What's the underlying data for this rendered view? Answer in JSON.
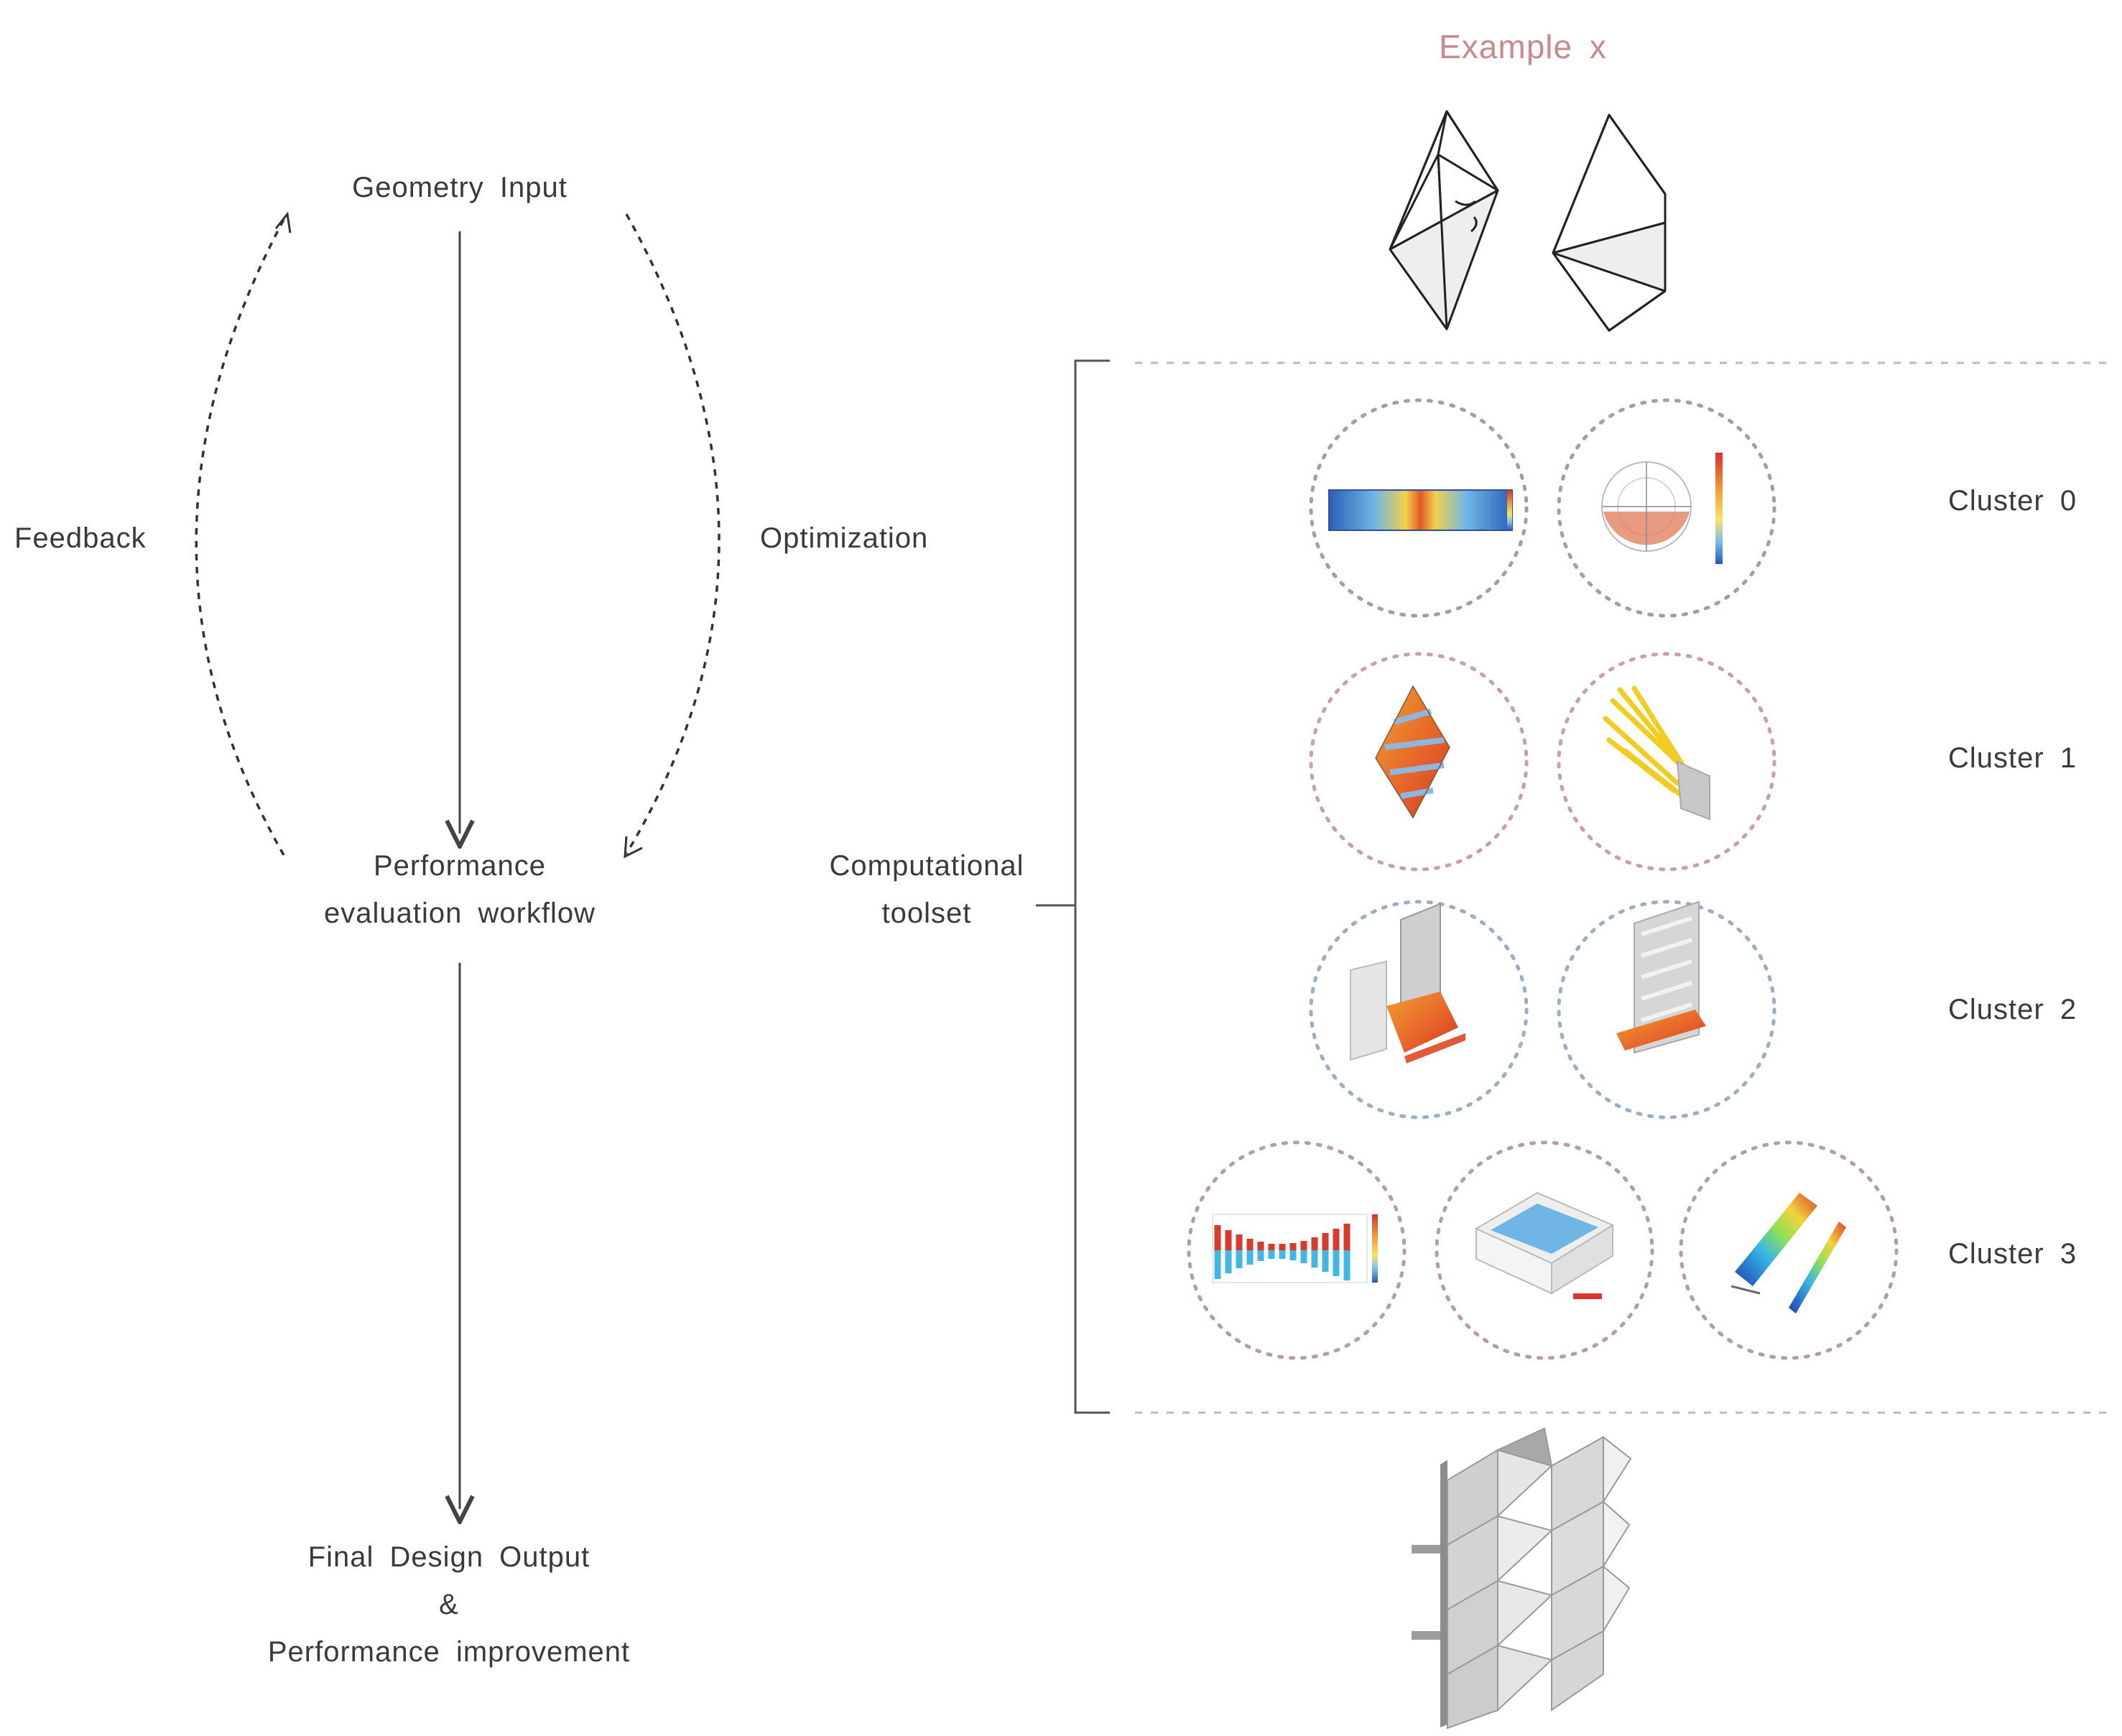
{
  "title": "Example x",
  "nodes": {
    "geometry_input": "Geometry Input",
    "performance_line1": "Performance",
    "performance_line2": "evaluation workflow",
    "final_line1": "Final Design Output",
    "final_line2": "&",
    "final_line3": "Performance improvement"
  },
  "loops": {
    "feedback": "Feedback",
    "optimization": "Optimization"
  },
  "toolset": {
    "line1": "Computational",
    "line2": "toolset"
  },
  "clusters": [
    {
      "label": "Cluster 0",
      "circles": 2,
      "ring_color": "#a99aaa"
    },
    {
      "label": "Cluster 1",
      "circles": 2,
      "ring_color": "#c9a0a8"
    },
    {
      "label": "Cluster 2",
      "circles": 2,
      "ring_color": "#9aaec6"
    },
    {
      "label": "Cluster 3",
      "circles": 3,
      "ring_color": "#b59ca6"
    }
  ],
  "colors": {
    "line": "#444444",
    "dash_separator": "#b9b9c9",
    "accent_title": "#c98a8a"
  }
}
